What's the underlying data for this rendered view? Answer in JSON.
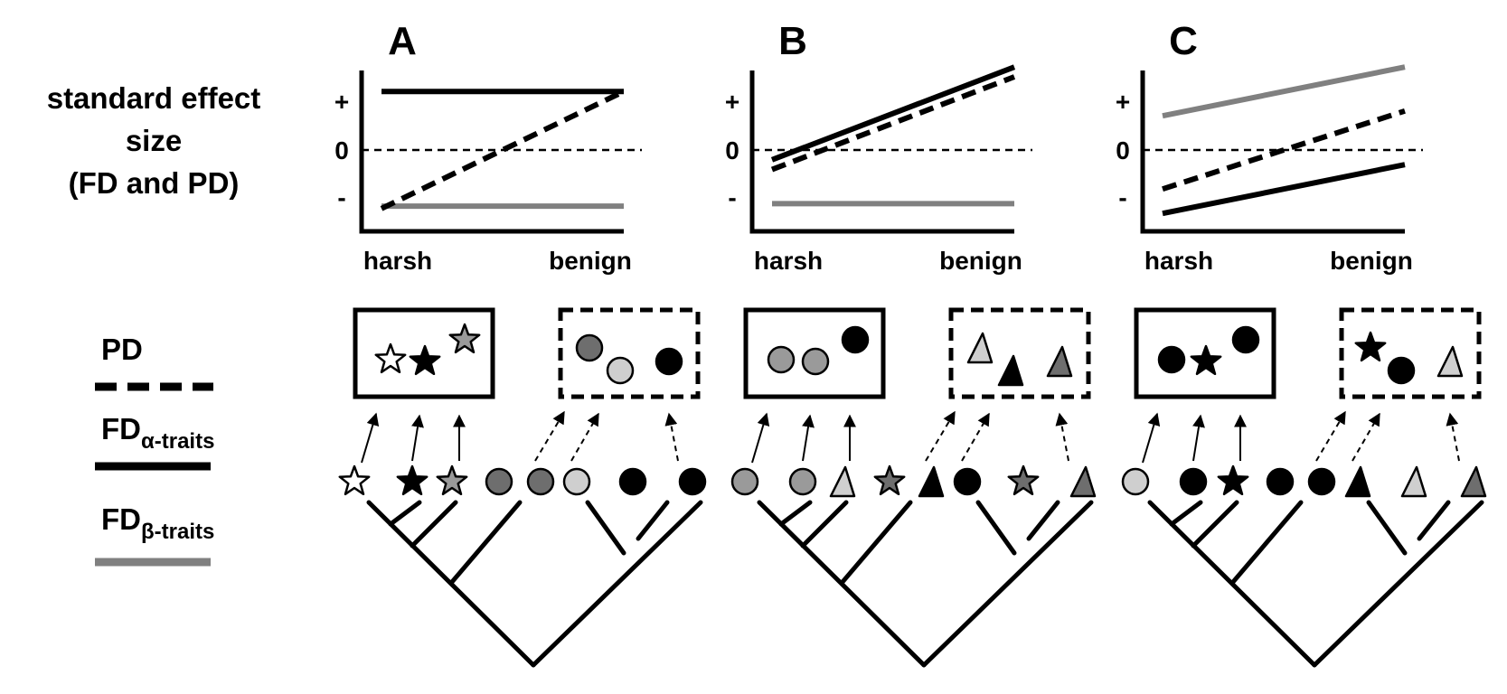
{
  "y_axis_label": [
    "standard effect",
    "size",
    "(FD and PD)"
  ],
  "y_ticks": [
    "+",
    "0",
    "-"
  ],
  "x_ticks": [
    "harsh",
    "benign"
  ],
  "legend": {
    "pd": {
      "label": "PD",
      "style": "dashed",
      "color": "#000000"
    },
    "fd_alpha": {
      "label": "FD",
      "sub": "α-traits",
      "style": "solid",
      "color": "#000000"
    },
    "fd_beta": {
      "label": "FD",
      "sub": "β-traits",
      "style": "solid",
      "color": "#808080"
    }
  },
  "colors": {
    "black": "#000000",
    "gray": "#808080",
    "dark_gray": "#6e6e6e",
    "mid_gray": "#9a9a9a",
    "light_gray": "#cfcfcf",
    "white": "#ffffff"
  },
  "panels": [
    {
      "id": "A",
      "label": "A",
      "chart": {
        "pd": {
          "harsh": -1.2,
          "benign": 1.2
        },
        "fd_alpha": {
          "harsh": 1.2,
          "benign": 1.2
        },
        "fd_beta": {
          "harsh": -1.15,
          "benign": -1.15
        }
      },
      "tips": [
        "star-white",
        "star-black",
        "star-gray",
        "circle-darkgray",
        "circle-darkgray",
        "circle-lightgray",
        "circle-black",
        "circle-black"
      ],
      "solid_box": [
        "star-white",
        "star-black",
        "star-gray"
      ],
      "dashed_box": [
        "circle-darkgray",
        "circle-lightgray",
        "circle-black"
      ]
    },
    {
      "id": "B",
      "label": "B",
      "chart": {
        "pd": {
          "harsh": -0.4,
          "benign": 1.5
        },
        "fd_alpha": {
          "harsh": -0.2,
          "benign": 1.7
        },
        "fd_beta": {
          "harsh": -1.1,
          "benign": -1.1
        }
      },
      "tips": [
        "circle-gray",
        "circle-gray",
        "tri-lightgray",
        "star-darkgray",
        "tri-black",
        "circle-black",
        "star-darkgray",
        "tri-darkgray"
      ],
      "solid_box": [
        "circle-gray",
        "circle-gray",
        "circle-black"
      ],
      "dashed_box": [
        "tri-lightgray",
        "tri-black",
        "tri-darkgray"
      ]
    },
    {
      "id": "C",
      "label": "C",
      "chart": {
        "pd": {
          "harsh": -0.8,
          "benign": 0.8
        },
        "fd_alpha": {
          "harsh": -1.3,
          "benign": -0.3
        },
        "fd_beta": {
          "harsh": 0.7,
          "benign": 1.7
        }
      },
      "tips": [
        "circle-lightgray",
        "circle-black",
        "star-black",
        "circle-black",
        "circle-black",
        "tri-black",
        "tri-lightgray",
        "tri-darkgray"
      ],
      "solid_box": [
        "circle-black",
        "star-black",
        "circle-black"
      ],
      "dashed_box": [
        "star-black",
        "circle-black",
        "tri-lightgray"
      ]
    }
  ]
}
